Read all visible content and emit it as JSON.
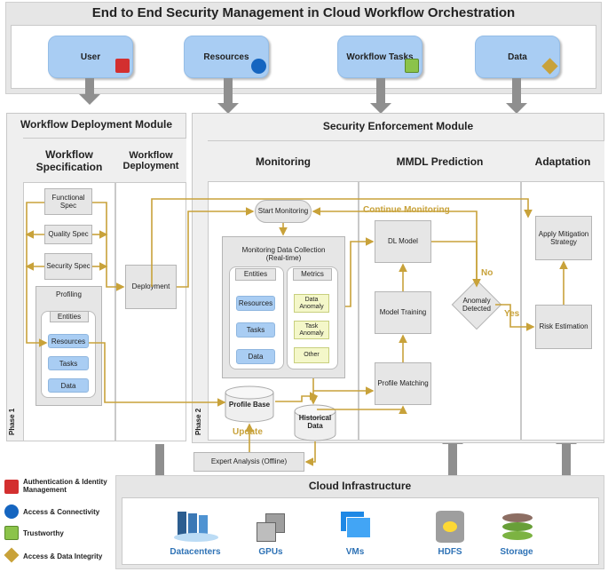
{
  "title": "End to End Security Management in Cloud Workflow Orchestration",
  "top_items": [
    "User",
    "Resources",
    "Workflow Tasks",
    "Data"
  ],
  "wdm": {
    "title": "Workflow Deployment Module",
    "col1": "Workflow Specification",
    "col2": "Workflow Deployment",
    "functional": "Functional Spec",
    "quality": "Quality Spec",
    "security": "Security Spec",
    "profiling": "Profiling",
    "entities": "Entities",
    "resources": "Resources",
    "tasks": "Tasks",
    "data": "Data",
    "deployment": "Deployment",
    "phase": "Phase 1"
  },
  "sem": {
    "title": "Security Enforcement Module",
    "monitoring": "Monitoring",
    "mmdl": "MMDL Prediction",
    "adaptation": "Adaptation",
    "start_monitoring": "Start Monitoring",
    "collection": "Monitoring Data Collection (Real-time)",
    "entities": "Entities",
    "metrics": "Metrics",
    "resources": "Resources",
    "tasks": "Tasks",
    "data": "Data",
    "data_anomaly": "Data Anomaly",
    "task_anomaly": "Task Anomaly",
    "other": "Other",
    "continue_monitoring": "Continue Monitoring",
    "dl_model": "DL Model",
    "model_training": "Model Training",
    "profile_matching": "Profile Matching",
    "anomaly_detected": "Anomaly Detected",
    "no": "No",
    "yes": "Yes",
    "apply": "Apply Mitigation Strategy",
    "risk": "Risk Estimation",
    "profile_base": "Profile Base",
    "historical": "Historical Data",
    "update": "Update",
    "expert": "Expert Analysis (Offline)",
    "phase": "Phase 2"
  },
  "cloud": {
    "title": "Cloud Infrastructure",
    "items": [
      "Datacenters",
      "GPUs",
      "VMs",
      "HDFS",
      "Storage"
    ]
  },
  "legend": [
    {
      "label": "Authentication & Identity Management",
      "color": "#d32f2f",
      "icon": "lock-red-icon"
    },
    {
      "label": "Access & Connectivity",
      "color": "#1565c0",
      "icon": "lock-blue-icon"
    },
    {
      "label": "Trustworthy",
      "color": "#7cb342",
      "icon": "lock-green-icon"
    },
    {
      "label": "Access & Data Integrity",
      "color": "#c8a23a",
      "icon": "lock-gold-icon"
    }
  ],
  "colors": {
    "accent": "#c8a23a",
    "blue": "#a9cdf3",
    "arrow": "#8f8f8f"
  }
}
